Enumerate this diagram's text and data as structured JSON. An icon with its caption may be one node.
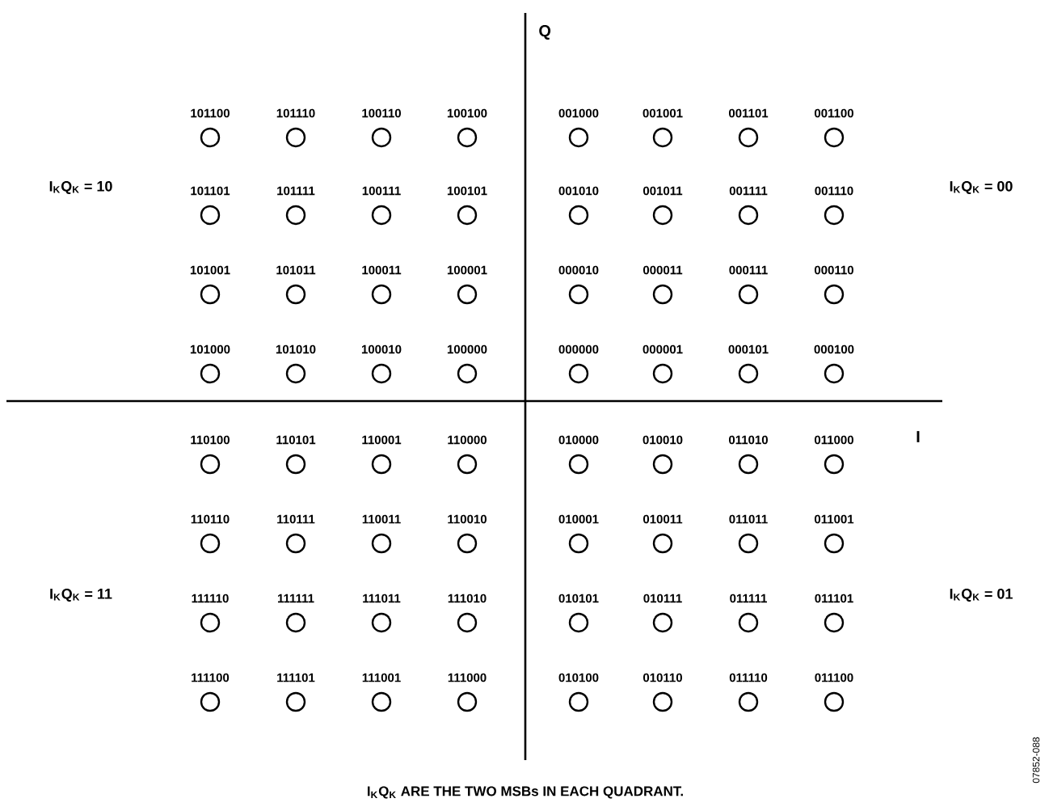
{
  "diagram": {
    "caption": "I$_{K}$Q$_{K}$ ARE THE TWO MSBs IN EACH QUADRANT.",
    "nodes": [
      {
        "text": [],
        "shape": "circle",
        "beside": [
          "101100"
        ]
      },
      {
        "text": [],
        "shape": "circle",
        "beside": [
          "101110"
        ]
      },
      {
        "text": [],
        "shape": "circle",
        "beside": [
          "100110"
        ]
      },
      {
        "text": [],
        "shape": "circle",
        "beside": [
          "100100"
        ]
      },
      {
        "text": [],
        "shape": "circle",
        "beside": [
          "001000"
        ]
      },
      {
        "text": [],
        "shape": "circle",
        "beside": [
          "001001"
        ]
      },
      {
        "text": [],
        "shape": "circle",
        "beside": [
          "001101"
        ]
      },
      {
        "text": [],
        "shape": "circle",
        "beside": [
          "001100"
        ]
      },
      {
        "text": [],
        "shape": "circle",
        "beside": [
          "101101"
        ]
      },
      {
        "text": [],
        "shape": "circle",
        "beside": [
          "101111"
        ]
      },
      {
        "text": [],
        "shape": "circle",
        "beside": [
          "100111"
        ]
      },
      {
        "text": [],
        "shape": "circle",
        "beside": [
          "100101"
        ]
      },
      {
        "text": [],
        "shape": "circle",
        "beside": [
          "001010"
        ]
      },
      {
        "text": [],
        "shape": "circle",
        "beside": [
          "001011"
        ]
      },
      {
        "text": [],
        "shape": "circle",
        "beside": [
          "001111"
        ]
      },
      {
        "text": [],
        "shape": "circle",
        "beside": [
          "001110"
        ]
      },
      {
        "text": [],
        "shape": "circle",
        "beside": [
          "101001"
        ]
      },
      {
        "text": [],
        "shape": "circle",
        "beside": [
          "101011"
        ]
      },
      {
        "text": [],
        "shape": "circle",
        "beside": [
          "100011"
        ]
      },
      {
        "text": [],
        "shape": "circle",
        "beside": [
          "100001"
        ]
      },
      {
        "text": [],
        "shape": "circle",
        "beside": [
          "000010"
        ]
      },
      {
        "text": [],
        "shape": "circle",
        "beside": [
          "000011"
        ]
      },
      {
        "text": [],
        "shape": "circle",
        "beside": [
          "000111"
        ]
      },
      {
        "text": [],
        "shape": "circle",
        "beside": [
          "000110"
        ]
      },
      {
        "text": [],
        "shape": "circle",
        "beside": [
          "101000"
        ]
      },
      {
        "text": [],
        "shape": "circle",
        "beside": [
          "101010"
        ]
      },
      {
        "text": [],
        "shape": "circle",
        "beside": [
          "100010"
        ]
      },
      {
        "text": [],
        "shape": "circle",
        "beside": [
          "100000"
        ]
      },
      {
        "text": [],
        "shape": "circle",
        "beside": [
          "000000"
        ]
      },
      {
        "text": [],
        "shape": "circle",
        "beside": [
          "000001"
        ]
      },
      {
        "text": [],
        "shape": "circle",
        "beside": [
          "000101"
        ]
      },
      {
        "text": [],
        "shape": "circle",
        "beside": [
          "000100"
        ]
      },
      {
        "text": [],
        "shape": "circle",
        "beside": [
          "110100"
        ]
      },
      {
        "text": [],
        "shape": "circle",
        "beside": [
          "110101"
        ]
      },
      {
        "text": [],
        "shape": "circle",
        "beside": [
          "110001"
        ]
      },
      {
        "text": [],
        "shape": "circle",
        "beside": [
          "110000"
        ]
      },
      {
        "text": [],
        "shape": "circle",
        "beside": [
          "010000"
        ]
      },
      {
        "text": [],
        "shape": "circle",
        "beside": [
          "010010"
        ]
      },
      {
        "text": [],
        "shape": "circle",
        "beside": [
          "011010"
        ]
      },
      {
        "text": [],
        "shape": "circle",
        "beside": [
          "011000"
        ]
      },
      {
        "text": [],
        "shape": "circle",
        "beside": [
          "110110"
        ]
      },
      {
        "text": [],
        "shape": "circle",
        "beside": [
          "110111"
        ]
      },
      {
        "text": [],
        "shape": "circle",
        "beside": [
          "110011"
        ]
      },
      {
        "text": [],
        "shape": "circle",
        "beside": [
          "110010"
        ]
      },
      {
        "text": [],
        "shape": "circle",
        "beside": [
          "010001"
        ]
      },
      {
        "text": [],
        "shape": "circle",
        "beside": [
          "010011"
        ]
      },
      {
        "text": [],
        "shape": "circle",
        "beside": [
          "011011"
        ]
      },
      {
        "text": [],
        "shape": "circle",
        "beside": [
          "011001"
        ]
      },
      {
        "text": [],
        "shape": "circle",
        "beside": [
          "111110"
        ]
      },
      {
        "text": [],
        "shape": "circle",
        "beside": [
          "111111"
        ]
      },
      {
        "text": [],
        "shape": "circle",
        "beside": [
          "111011"
        ]
      },
      {
        "text": [],
        "shape": "circle",
        "beside": [
          "111010"
        ]
      },
      {
        "text": [],
        "shape": "circle",
        "beside": [
          "010101"
        ]
      },
      {
        "text": [],
        "shape": "circle",
        "beside": [
          "010111"
        ]
      },
      {
        "text": [],
        "shape": "circle",
        "beside": [
          "011111"
        ]
      },
      {
        "text": [],
        "shape": "circle",
        "beside": [
          "011101"
        ]
      },
      {
        "text": [],
        "shape": "circle",
        "beside": [
          "111100"
        ]
      },
      {
        "text": [],
        "shape": "circle",
        "beside": [
          "111101"
        ]
      },
      {
        "text": [],
        "shape": "circle",
        "beside": [
          "111001"
        ]
      },
      {
        "text": [],
        "shape": "circle",
        "beside": [
          "111000"
        ]
      },
      {
        "text": [],
        "shape": "circle",
        "beside": [
          "010100"
        ]
      },
      {
        "text": [],
        "shape": "circle",
        "beside": [
          "010110"
        ]
      },
      {
        "text": [],
        "shape": "circle",
        "beside": [
          "011110"
        ]
      },
      {
        "text": [],
        "shape": "circle",
        "beside": [
          "011100"
        ]
      }
    ],
    "labels": [
      "Q",
      "I$_{K}$Q$_{K}$ = 10",
      "I$_{K}$Q$_{K}$ = 00",
      "I",
      "I$_{K}$Q$_{K}$ = 11",
      "I$_{K}$Q$_{K}$ = 01",
      "07852-088"
    ]
  }
}
